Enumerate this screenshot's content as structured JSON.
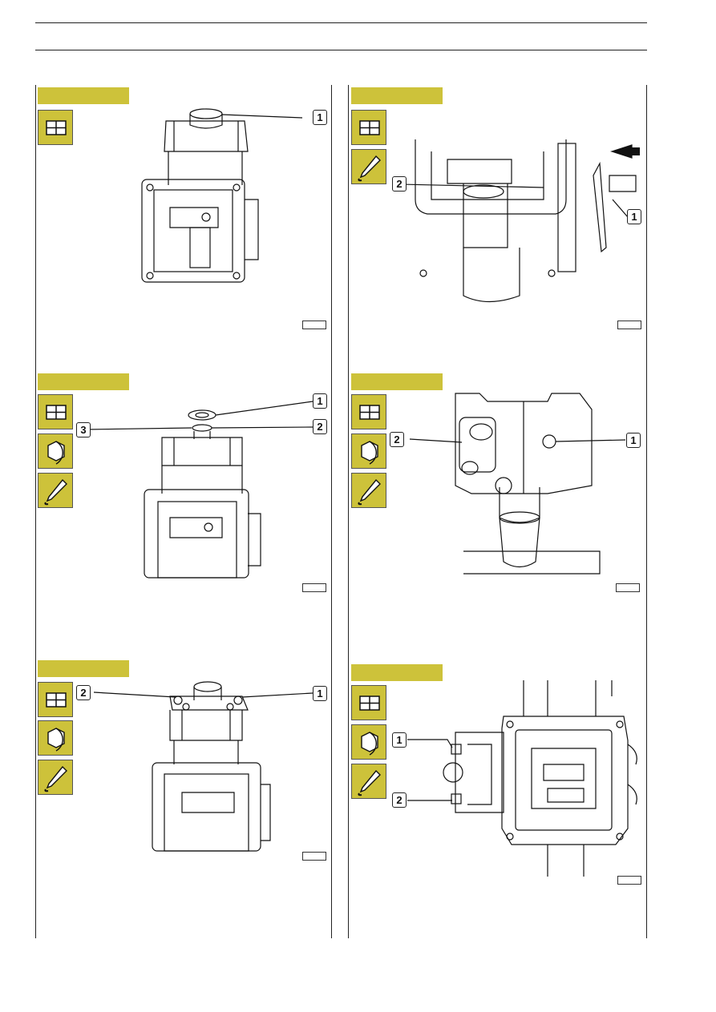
{
  "page": {
    "header_rule_count": 2
  },
  "panels": [
    {
      "id": "p1",
      "icons": [
        "disassemble-icon"
      ],
      "callouts": [
        "1"
      ]
    },
    {
      "id": "p2",
      "icons": [
        "disassemble-icon",
        "sealant-icon"
      ],
      "callouts": [
        "2",
        "1"
      ]
    },
    {
      "id": "p3",
      "icons": [
        "disassemble-icon",
        "tighten-icon",
        "sealant-icon"
      ],
      "callouts": [
        "1",
        "3",
        "2"
      ]
    },
    {
      "id": "p4",
      "icons": [
        "disassemble-icon",
        "tighten-icon",
        "sealant-icon"
      ],
      "callouts": [
        "2",
        "1"
      ]
    },
    {
      "id": "p5",
      "icons": [
        "disassemble-icon",
        "tighten-icon",
        "sealant-icon"
      ],
      "callouts": [
        "2",
        "1"
      ]
    },
    {
      "id": "p6",
      "icons": [
        "disassemble-icon",
        "tighten-icon",
        "sealant-icon"
      ],
      "callouts": [
        "1",
        "2"
      ]
    }
  ],
  "colors": {
    "accent": "#cdc23a",
    "line": "#222222"
  }
}
